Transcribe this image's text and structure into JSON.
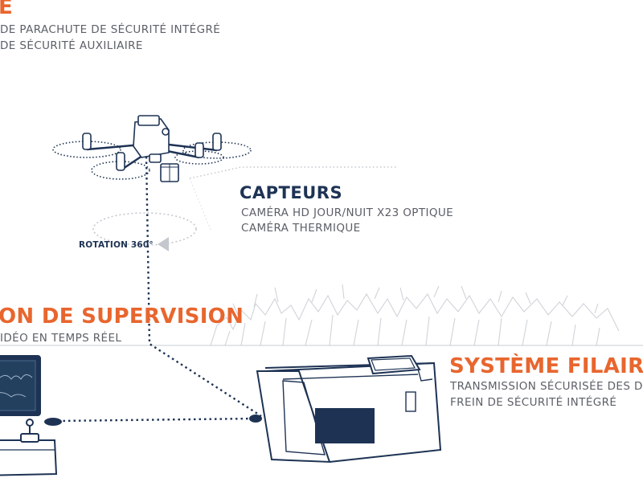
{
  "security_top": {
    "title": "E",
    "line1": "DE PARACHUTE DE SÉCURITÉ INTÉGRÉ",
    "line2": "DE SÉCURITÉ AUXILIAIRE"
  },
  "sensors": {
    "title": "CAPTEURS",
    "line1": "CAMÉRA HD JOUR/NUIT X23 OPTIQUE",
    "line2": "CAMÉRA THERMIQUE"
  },
  "rotation": {
    "label": "ROTATION 360°"
  },
  "supervision": {
    "title": "ON DE SUPERVISION",
    "line1": "IDÉO EN TEMPS RÉEL"
  },
  "wired": {
    "title": "SYSTÈME FILAIRE",
    "line1": "TRANSMISSION SÉCURISÉE DES D",
    "line2": "FREIN DE SÉCURITÉ INTÉGRÉ"
  },
  "colors": {
    "accent_orange": "#e8662e",
    "navy": "#1e3354",
    "text_gray": "#5c6068",
    "line_gray": "#c9ccd1"
  }
}
